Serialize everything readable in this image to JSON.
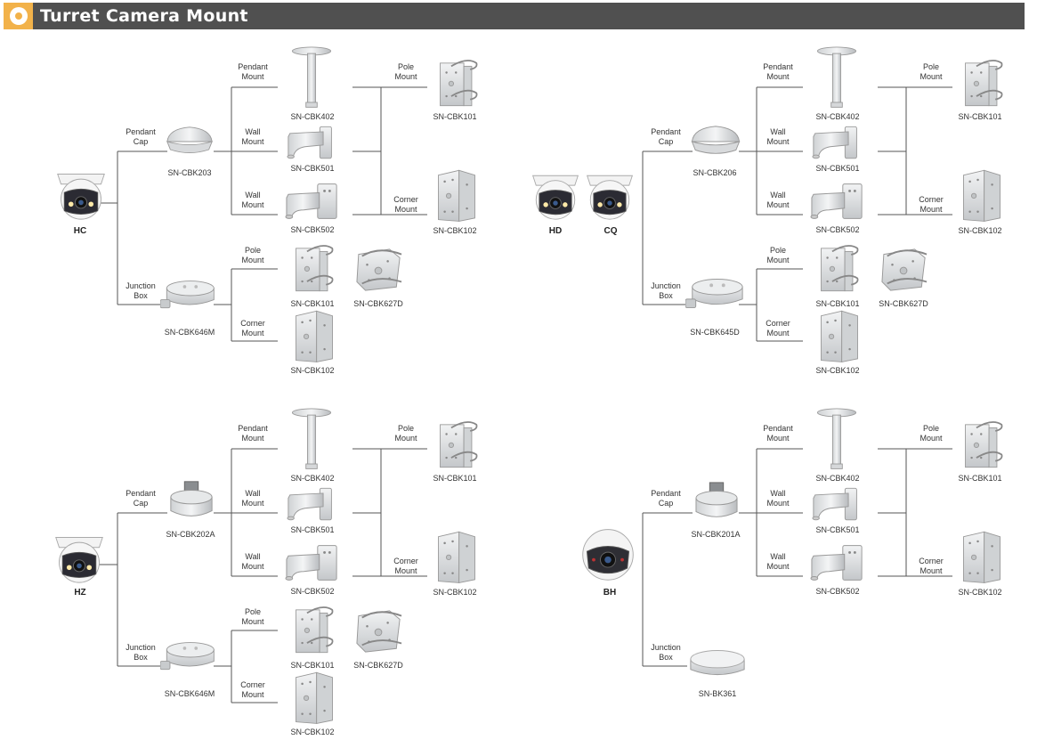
{
  "header": {
    "title": "Turret Camera Mount",
    "badge_icon": "circle-dot-icon",
    "colors": {
      "bar": "#505050",
      "accent": "#f2b24a"
    }
  },
  "diagrams": [
    {
      "cameras": [
        "HC"
      ],
      "pendant_cap": {
        "label": "Pendant\nCap",
        "model": "SN-CBK203"
      },
      "junction_box": {
        "label": "Junction\nBox",
        "model": "SN-CBK646M"
      },
      "pendant_branches": [
        {
          "label": "Pendant\nMount",
          "model": "SN-CBK402"
        },
        {
          "label": "Wall\nMount",
          "model": "SN-CBK501"
        },
        {
          "label": "Wall\nMount",
          "model": "SN-CBK502"
        }
      ],
      "pole_corner": [
        {
          "label": "Pole\nMount",
          "model": "SN-CBK101"
        },
        {
          "label": "Corner\nMount",
          "model": "SN-CBK102"
        }
      ],
      "junction_branches": [
        {
          "label": "Pole\nMount",
          "model": "SN-CBK101",
          "extra_model": "SN-CBK627D"
        },
        {
          "label": "Corner\nMount",
          "model": "SN-CBK102"
        }
      ]
    },
    {
      "cameras": [
        "HD",
        "CQ"
      ],
      "pendant_cap": {
        "label": "Pendant\nCap",
        "model": "SN-CBK206"
      },
      "junction_box": {
        "label": "Junction\nBox",
        "model": "SN-CBK645D"
      },
      "pendant_branches": [
        {
          "label": "Pendant\nMount",
          "model": "SN-CBK402"
        },
        {
          "label": "Wall\nMount",
          "model": "SN-CBK501"
        },
        {
          "label": "Wall\nMount",
          "model": "SN-CBK502"
        }
      ],
      "pole_corner": [
        {
          "label": "Pole\nMount",
          "model": "SN-CBK101"
        },
        {
          "label": "Corner\nMount",
          "model": "SN-CBK102"
        }
      ],
      "junction_branches": [
        {
          "label": "Pole\nMount",
          "model": "SN-CBK101",
          "extra_model": "SN-CBK627D"
        },
        {
          "label": "Corner\nMount",
          "model": "SN-CBK102"
        }
      ]
    },
    {
      "cameras": [
        "HZ"
      ],
      "pendant_cap": {
        "label": "Pendant\nCap",
        "model": "SN-CBK202A"
      },
      "junction_box": {
        "label": "Junction\nBox",
        "model": "SN-CBK646M"
      },
      "pendant_branches": [
        {
          "label": "Pendant\nMount",
          "model": "SN-CBK402"
        },
        {
          "label": "Wall\nMount",
          "model": "SN-CBK501"
        },
        {
          "label": "Wall\nMount",
          "model": "SN-CBK502"
        }
      ],
      "pole_corner": [
        {
          "label": "Pole\nMount",
          "model": "SN-CBK101"
        },
        {
          "label": "Corner\nMount",
          "model": "SN-CBK102"
        }
      ],
      "junction_branches": [
        {
          "label": "Pole\nMount",
          "model": "SN-CBK101",
          "extra_model": "SN-CBK627D"
        },
        {
          "label": "Corner\nMount",
          "model": "SN-CBK102"
        }
      ]
    },
    {
      "cameras": [
        "BH"
      ],
      "pendant_cap": {
        "label": "Pendant\nCap",
        "model": "SN-CBK201A"
      },
      "junction_box": {
        "label": "Junction\nBox",
        "model": "SN-BK361"
      },
      "pendant_branches": [
        {
          "label": "Pendant\nMount",
          "model": "SN-CBK402"
        },
        {
          "label": "Wall\nMount",
          "model": "SN-CBK501"
        },
        {
          "label": "Wall\nMount",
          "model": "SN-CBK502"
        }
      ],
      "pole_corner": [
        {
          "label": "Pole\nMount",
          "model": "SN-CBK101"
        },
        {
          "label": "Corner\nMount",
          "model": "SN-CBK102"
        }
      ],
      "junction_branches": []
    }
  ]
}
